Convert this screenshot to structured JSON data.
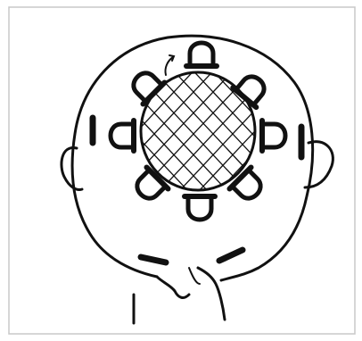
{
  "illustration": {
    "subject": "head-back-view-line-drawing",
    "colors": {
      "ink": "#111111",
      "paper": "#ffffff",
      "frame": "#c8c8c8"
    },
    "counts": {
      "loops": 8,
      "dashes": 4
    }
  }
}
